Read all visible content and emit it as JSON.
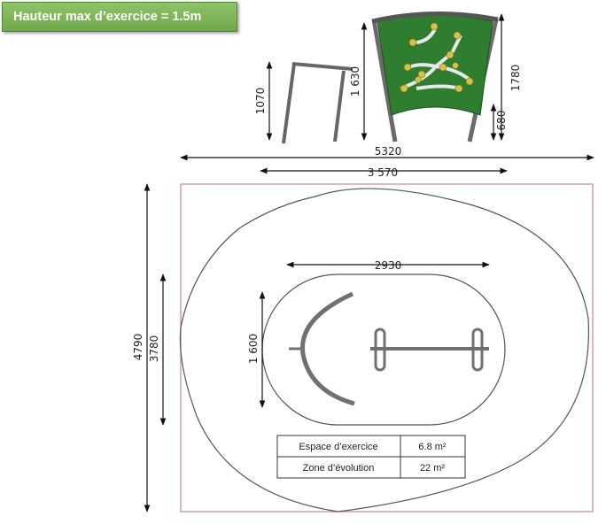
{
  "header": {
    "badge_text": "Hauteur max d’exercice = 1.5m"
  },
  "elevation": {
    "bar_height": "1070",
    "panel_height": "1 630",
    "total_height": "1780",
    "panel_bottom": "680",
    "overall_width": "5320",
    "equipment_width": "3 570"
  },
  "plan": {
    "total_depth": "4790",
    "zone_depth": "3780",
    "equipment_length": "2930",
    "equipment_depth": "1 600"
  },
  "table": {
    "rows": [
      {
        "label": "Espace d’exercice",
        "value": "6.8 m²"
      },
      {
        "label": "Zone d’évolution",
        "value": "22 m²"
      }
    ]
  },
  "colors": {
    "panel_green": "#2f7d2f",
    "badge_green": "#7bb655",
    "frame": "#c58a8a"
  }
}
